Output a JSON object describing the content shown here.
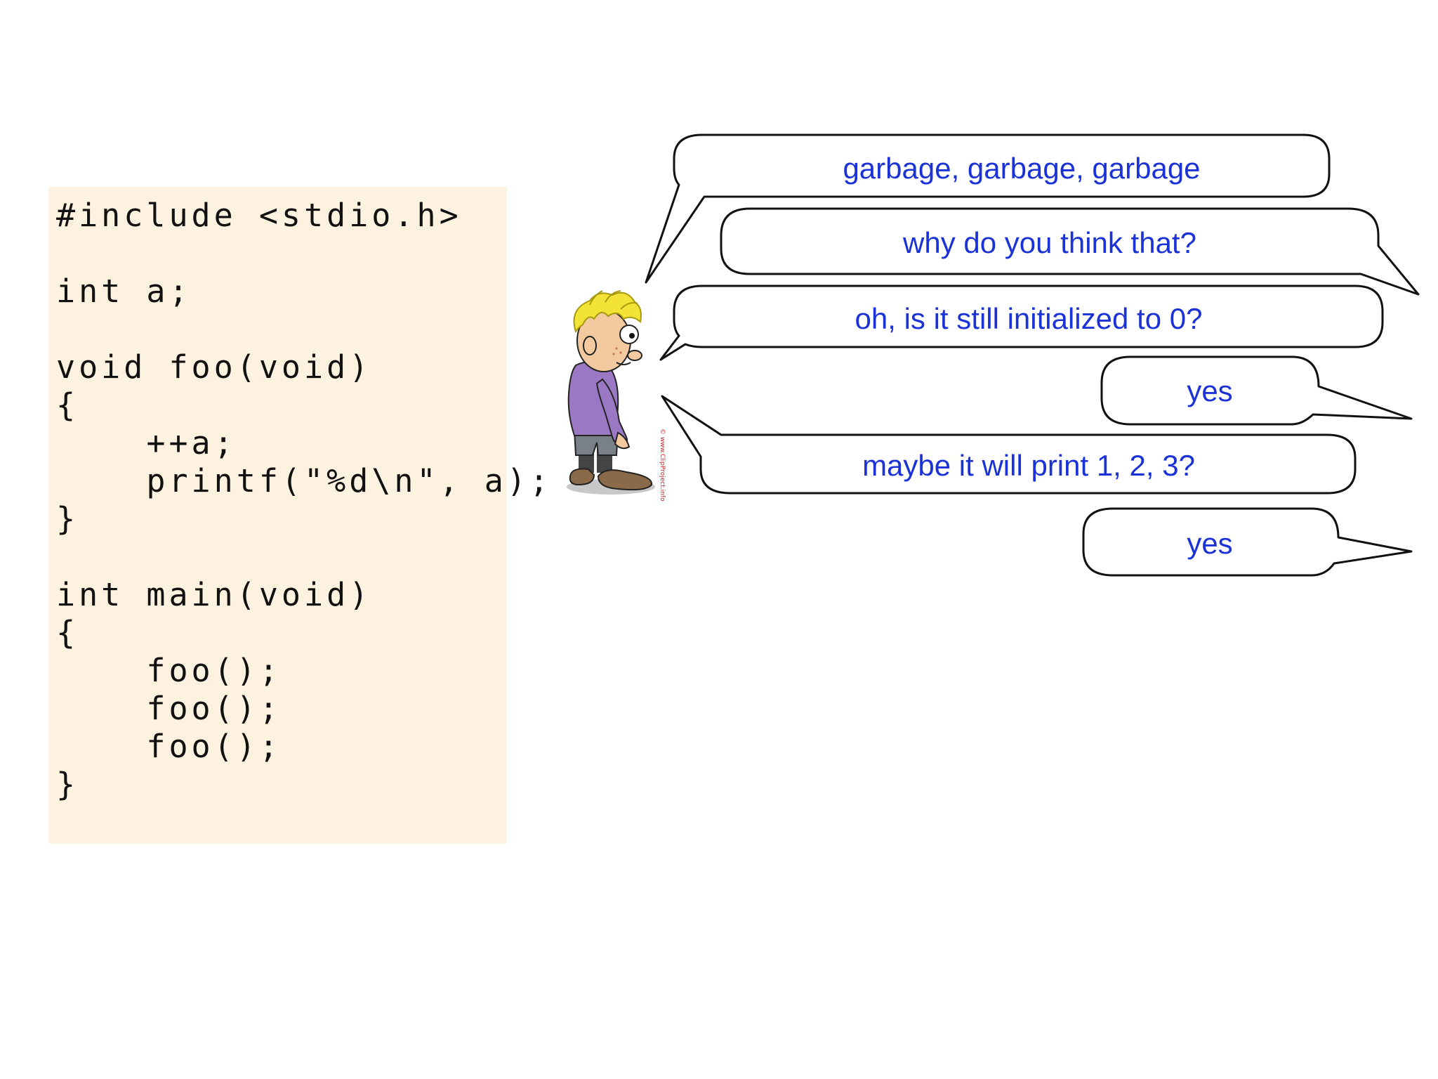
{
  "code": {
    "text": "#include <stdio.h>\n\nint a;\n\nvoid foo(void)\n{\n    ++a;\n    printf(\"%d\\n\", a);\n}\n\nint main(void)\n{\n    foo();\n    foo();\n    foo();\n}"
  },
  "dialogue": [
    {
      "speaker": "student",
      "text": "garbage, garbage, garbage"
    },
    {
      "speaker": "teacher",
      "text": "why do you think that?"
    },
    {
      "speaker": "student",
      "text": "oh, is it still initialized to 0?"
    },
    {
      "speaker": "teacher",
      "text": "yes"
    },
    {
      "speaker": "student",
      "text": "maybe it will print 1, 2, 3?"
    },
    {
      "speaker": "teacher",
      "text": "yes"
    }
  ],
  "colors": {
    "code_background": "#fdf1df",
    "bubble_text": "#1a32d6",
    "bubble_outline": "#111111"
  },
  "illustration": {
    "icon": "cartoon-boy-icon",
    "credit": "© www.ClipProject.info"
  }
}
